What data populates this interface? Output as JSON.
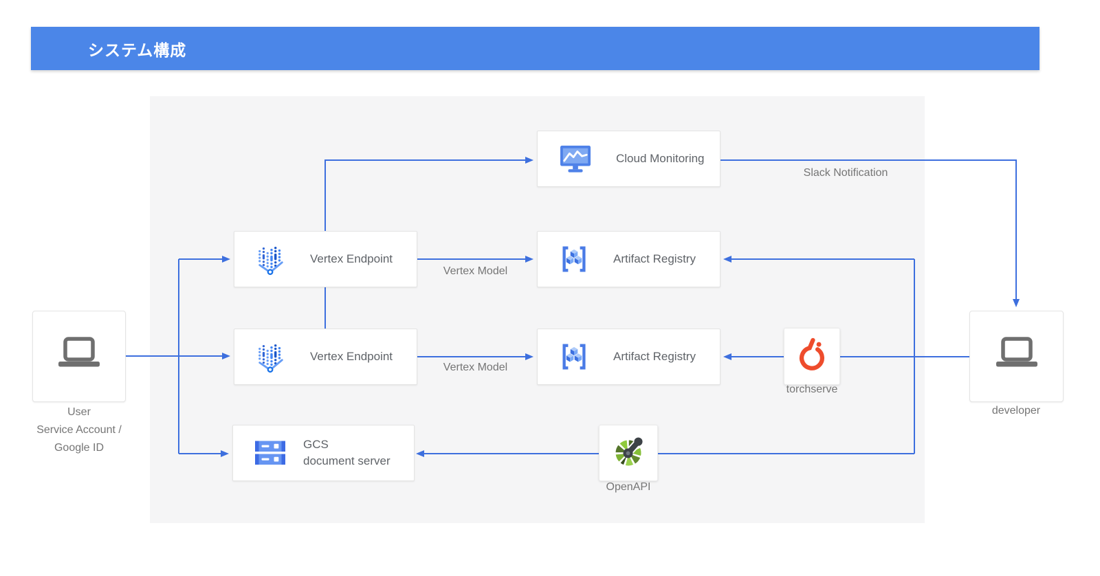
{
  "header": {
    "title": "システム構成"
  },
  "colors": {
    "header_bg": "#4b86e8",
    "arrow": "#3d6fde",
    "panel_bg": "#f5f5f6",
    "box_text": "#5f6368",
    "label_text": "#757575",
    "google_blue": "#4285f4",
    "pytorch_orange": "#ee4c2c",
    "openapi_green": "#8fca3c",
    "laptop_gray": "#6f6f6f"
  },
  "nodes": {
    "cloud_monitoring": {
      "label": "Cloud Monitoring"
    },
    "vertex_endpoint_1": {
      "label": "Vertex Endpoint"
    },
    "vertex_endpoint_2": {
      "label": "Vertex Endpoint"
    },
    "artifact_registry_1": {
      "label": "Artifact Registry"
    },
    "artifact_registry_2": {
      "label": "Artifact Registry"
    },
    "gcs": {
      "line1": "GCS",
      "line2": "document server"
    },
    "torchserve": {
      "label": "torchserve"
    },
    "openapi": {
      "label": "OpenAPI"
    },
    "user": {
      "line1": "User",
      "line2": "Service Account /",
      "line3": "Google ID"
    },
    "developer": {
      "label": "developer"
    }
  },
  "edges": {
    "vertex_model_1": "Vertex Model",
    "vertex_model_2": "Vertex Model",
    "slack_notification": "Slack Notification"
  },
  "icons": {
    "cloud_monitoring": "monitor-chart-icon",
    "vertex_endpoint": "vertex-ai-dots-icon",
    "artifact_registry": "bracket-cubes-icon",
    "gcs": "storage-bars-icon",
    "torchserve": "pytorch-flame-icon",
    "openapi": "openapi-wheel-icon",
    "user": "laptop-icon",
    "developer": "laptop-icon"
  }
}
